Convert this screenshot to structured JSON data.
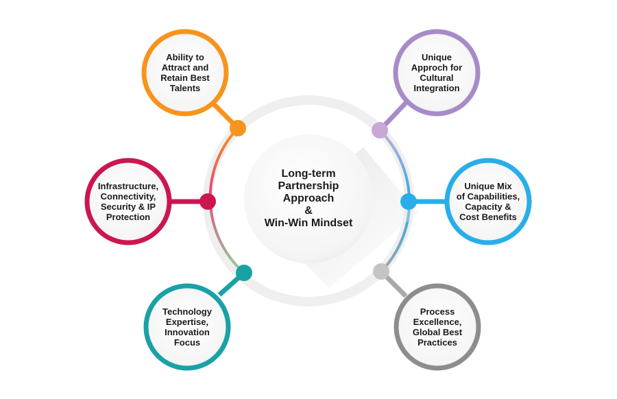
{
  "center": {
    "text": "Long-term\nPartnership\nApproach\n&\nWin-Win Mindset"
  },
  "nodes": [
    {
      "text": "Ability to\nAttract and\nRetain Best\nTalents",
      "color": "#f7941d",
      "dot": "#f7941d"
    },
    {
      "text": "Infrastructure,\nConnectivity,\nSecurity & IP\nProtection",
      "color": "#cc1650",
      "dot": "#cc1650"
    },
    {
      "text": "Technology\nExpertise,\nInnovation\nFocus",
      "color": "#1aa1a6",
      "dot": "#1aa1a6"
    },
    {
      "text": "Unique\nApproch for\nCultural\nIntegration",
      "color": "#a78bc9",
      "dot": "#c9a8d6"
    },
    {
      "text": "Unique Mix\nof Capabilities,\nCapacity &\nCost Benefits",
      "color": "#28aee8",
      "dot": "#28aee8"
    },
    {
      "text": "Process\nExcellence,\nGlobal Best\nPractices",
      "color": "#8d8d8d",
      "dot": "#c4c4c4"
    }
  ]
}
